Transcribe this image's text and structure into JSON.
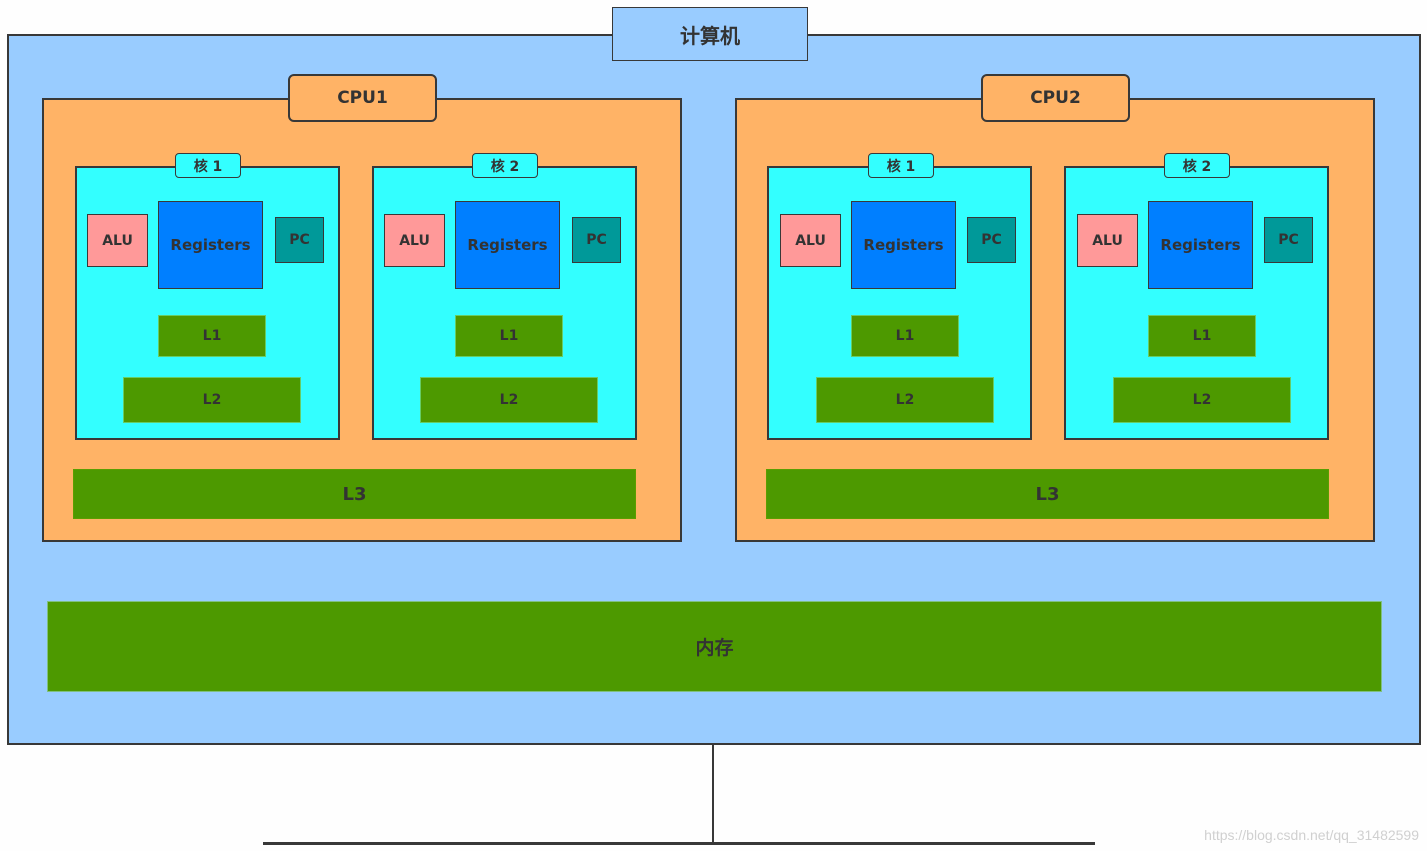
{
  "computer": {
    "label": "计算机"
  },
  "cpus": [
    {
      "label": "CPU1",
      "cores": [
        {
          "label": "核 1",
          "alu": "ALU",
          "registers": "Registers",
          "pc": "PC",
          "l1": "L1",
          "l2": "L2"
        },
        {
          "label": "核 2",
          "alu": "ALU",
          "registers": "Registers",
          "pc": "PC",
          "l1": "L1",
          "l2": "L2"
        }
      ],
      "l3": "L3"
    },
    {
      "label": "CPU2",
      "cores": [
        {
          "label": "核 1",
          "alu": "ALU",
          "registers": "Registers",
          "pc": "PC",
          "l1": "L1",
          "l2": "L2"
        },
        {
          "label": "核 2",
          "alu": "ALU",
          "registers": "Registers",
          "pc": "PC",
          "l1": "L1",
          "l2": "L2"
        }
      ],
      "l3": "L3"
    }
  ],
  "memory": {
    "label": "内存"
  },
  "watermark": "https://blog.csdn.net/qq_31482599",
  "colors": {
    "computer": "#99ccff",
    "cpu": "#ffb366",
    "core": "#33ffff",
    "alu": "#ff9999",
    "registers": "#007fff",
    "pc": "#009999",
    "cache": "#4d9900"
  }
}
